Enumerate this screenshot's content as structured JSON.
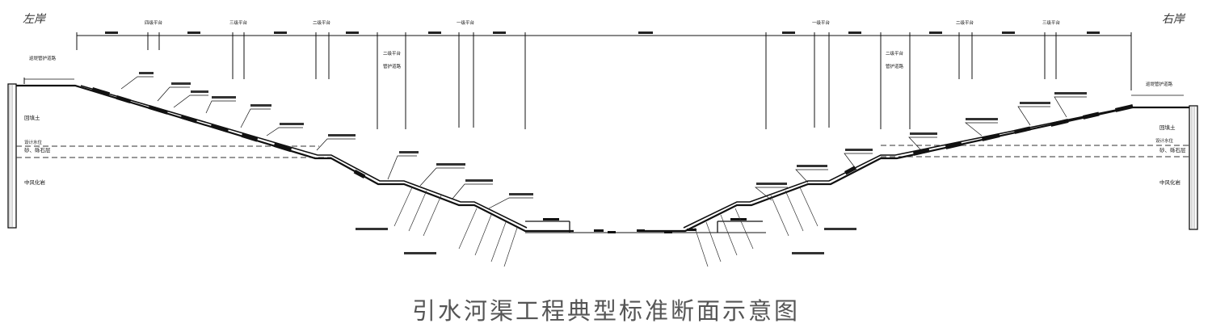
{
  "caption": "引水河渠工程典型标准断面示意图",
  "banks": {
    "left": "左岸",
    "right": "右岸"
  },
  "platforms": {
    "first": "一级平台",
    "second": "二级平台",
    "third": "三级平台",
    "fourth": "四级平台"
  },
  "berm_labels": {
    "second_line1": "二级平台",
    "second_line2": "管护道路"
  },
  "crest_road": "巡堤管护道路",
  "layers": {
    "fill": "回填土",
    "sand": "砂、砾石层",
    "bedrock": "中风化岩"
  },
  "water_level": "设计水位",
  "icons": {
    "bank_marker": "bank-post-icon"
  }
}
